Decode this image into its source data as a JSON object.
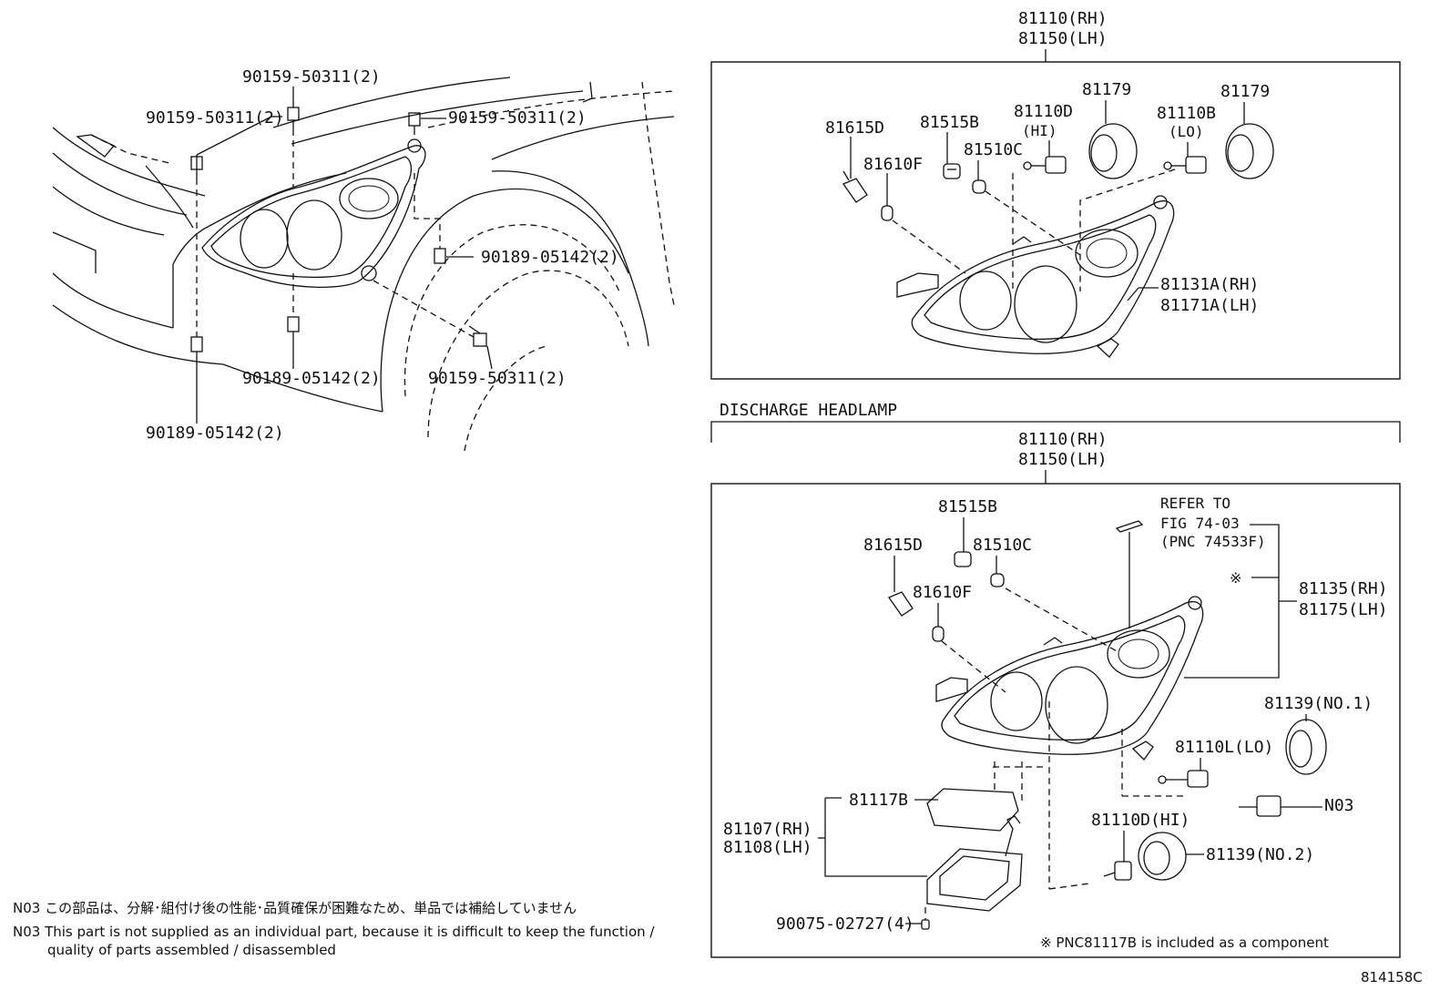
{
  "car_view": {
    "labels": {
      "bolt_top": "90159-50311(2)",
      "bolt_left": "90159-50311(2)",
      "bolt_right": "90159-50311(2)",
      "nut_right": "90189-05142(2)",
      "nut_mid": "90189-05142(2)",
      "bolt_lower": "90159-50311(2)",
      "nut_left": "90189-05142(2)"
    }
  },
  "std_headlamp": {
    "assy_rh": "81110(RH)",
    "assy_lh": "81150(LH)",
    "parts": {
      "p81615d": "81615D",
      "p81515b": "81515B",
      "p81110d": "81110D",
      "p81110d_note": "(HI)",
      "p81179a": "81179",
      "p81110b": "81110B",
      "p81110b_note": "(LO)",
      "p81179b": "81179",
      "p81610f": "81610F",
      "p81510c": "81510C",
      "unit_rh": "81131A(RH)",
      "unit_lh": "81171A(LH)"
    }
  },
  "discharge_headlamp": {
    "title": "DISCHARGE HEADLAMP",
    "assy_rh": "81110(RH)",
    "assy_lh": "81150(LH)",
    "parts": {
      "p81515b": "81515B",
      "p81615d": "81615D",
      "p81510c": "81510C",
      "p81610f": "81610F",
      "refer1": "REFER TO",
      "refer2": "FIG 74-03",
      "refer3": "(PNC 74533F)",
      "mark": "※",
      "unit_rh": "81135(RH)",
      "unit_lh": "81175(LH)",
      "p81139_no1": "81139(NO.1)",
      "p81110l": "81110L(LO)",
      "n03": "N03",
      "p81117b": "81117B",
      "ballast_rh": "81107(RH)",
      "ballast_lh": "81108(LH)",
      "p81110d": "81110D(HI)",
      "p81139_no2": "81139(NO.2)",
      "screw": "90075-02727(4)",
      "component_note": "※ PNC81117B is included as a component"
    }
  },
  "notes": {
    "n03_jp": "N03 この部品は、分解･組付け後の性能･品質確保が困難なため、単品では補給していません",
    "n03_en1": "N03 This part is not supplied as an individual part, because it is difficult to keep the function /",
    "n03_en2": "quality of parts assembled / disassembled"
  },
  "figure_id": "814158C"
}
